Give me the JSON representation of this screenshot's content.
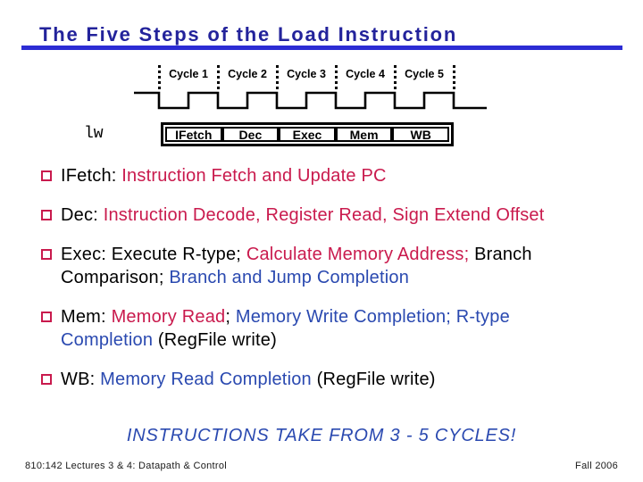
{
  "title": "The Five Steps of the Load Instruction",
  "timing_diagram": {
    "cycle_labels": [
      "Cycle 1",
      "Cycle 2",
      "Cycle 3",
      "Cycle 4",
      "Cycle 5"
    ],
    "instruction_label": "lw",
    "pipeline_stages": [
      "IFetch",
      "Dec",
      "Exec",
      "Mem",
      "WB"
    ]
  },
  "bullets": [
    {
      "segments": [
        {
          "text": "IFetch: ",
          "color": "black"
        },
        {
          "text": "Instruction Fetch and Update PC",
          "color": "red"
        }
      ]
    },
    {
      "segments": [
        {
          "text": "Dec: ",
          "color": "black"
        },
        {
          "text": "Instruction Decode, Register Read, Sign Extend Offset",
          "color": "red"
        }
      ]
    },
    {
      "segments": [
        {
          "text": "Exec: Execute R-type; ",
          "color": "black"
        },
        {
          "text": "Calculate Memory Address;",
          "color": "red"
        },
        {
          "text": " Branch Comparison; ",
          "color": "black"
        },
        {
          "text": "Branch and Jump Completion",
          "color": "blue"
        }
      ]
    },
    {
      "segments": [
        {
          "text": "Mem: ",
          "color": "black"
        },
        {
          "text": "Memory Read",
          "color": "red"
        },
        {
          "text": "; ",
          "color": "black"
        },
        {
          "text": "Memory Write Completion; R-type Completion",
          "color": "blue"
        },
        {
          "text": " (RegFile write)",
          "color": "black"
        }
      ]
    },
    {
      "segments": [
        {
          "text": "WB:  ",
          "color": "black"
        },
        {
          "text": "Memory Read Completion",
          "color": "blue"
        },
        {
          "text": " (RegFile write)",
          "color": "black"
        }
      ]
    }
  ],
  "callout": "INSTRUCTIONS TAKE FROM 3 - 5 CYCLES!",
  "footer": {
    "left": "810:142 Lectures 3 & 4:  Datapath & Control",
    "right": "Fall 2006"
  },
  "colors": {
    "title": "#23239B",
    "title_underline": "#2C2CD4",
    "red": "#C91A4D",
    "blue": "#2A49B0",
    "black": "#000000",
    "bullet_marker": "#C91A4D"
  }
}
